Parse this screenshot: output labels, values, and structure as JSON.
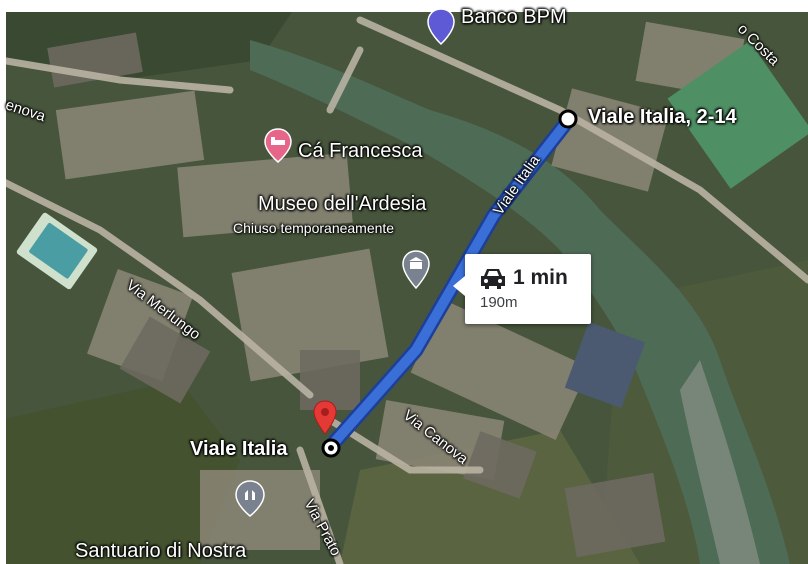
{
  "map": {
    "route": {
      "duration": "1 min",
      "distance": "190m",
      "start_label": "Viale Italia",
      "end_label": "Viale Italia, 2-14",
      "route_color": "#3a6fd8"
    },
    "poi": {
      "hotel_name": "Cá Francesca",
      "museum_name": "Museo dell'Ardesia",
      "museum_status": "Chiuso temporaneamente",
      "bank_name": "Banco BPM",
      "church_name": "Santuario di Nostra"
    },
    "streets": {
      "viale_italia": "Viale Italia",
      "via_merlungo": "Via Merlungo",
      "via_canova": "Via Canova",
      "via_prato": "Via Prato",
      "costa": "o Costa",
      "enova": "enova"
    },
    "colors": {
      "hotel_pin": "#e8658a",
      "poi_pin": "#7a8290",
      "bank_pin": "#5e5ad6",
      "destination_pin": "#e53935"
    },
    "icons": [
      "car-icon",
      "hotel-icon",
      "museum-icon",
      "bank-icon",
      "church-icon",
      "destination-pin-icon"
    ]
  }
}
